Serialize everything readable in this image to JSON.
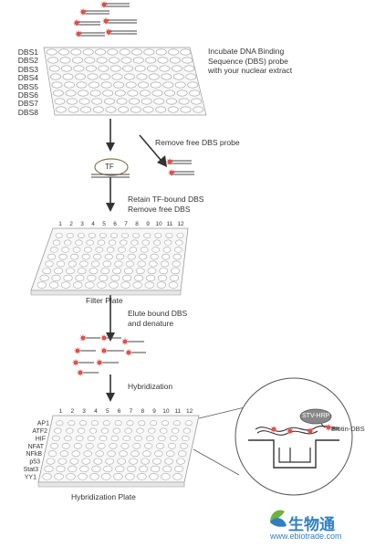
{
  "steps": {
    "incubate": [
      "Incubate DNA Binding",
      "Sequence (DBS)  probe",
      "with your nuclear extract"
    ],
    "remove_probe": "Remove free DBS probe",
    "retain": [
      "Retain TF-bound DBS",
      "Remove free DBS"
    ],
    "elute": [
      "Elute bound DBS",
      "and denature"
    ],
    "hybridization": "Hybridization"
  },
  "dbs_labels": [
    "DBS1",
    "DBS2",
    "DBS3",
    "DBS4",
    "DBS5",
    "DBS6",
    "DBS7",
    "DBS8"
  ],
  "tf_label": "TF",
  "filter_plate": {
    "caption": "Filter Plate",
    "columns": [
      "1",
      "2",
      "3",
      "4",
      "5",
      "6",
      "7",
      "8",
      "9",
      "10",
      "11",
      "12"
    ]
  },
  "hybridization_plate": {
    "caption": "Hybridization Plate",
    "columns": [
      "1",
      "2",
      "3",
      "4",
      "5",
      "6",
      "7",
      "8",
      "9",
      "10",
      "11",
      "12"
    ],
    "rows": [
      "AP1",
      "ATF2",
      "HIF",
      "NFAT",
      "NFkB",
      "p53",
      "Stat3",
      "YY1"
    ]
  },
  "inset": {
    "stv_label": "STV-HRP",
    "biotin_label": "Biotin-DBS"
  },
  "watermark": {
    "chinese": "生物通",
    "url": "www.ebiotrade.com"
  },
  "colors": {
    "probe_star": "#d9534f",
    "line": "#444444",
    "tf_ring": "#8a7a4a",
    "stv_fill": "#888888",
    "watermark_blue": "#2f7fc1",
    "watermark_green": "#6db33f"
  }
}
